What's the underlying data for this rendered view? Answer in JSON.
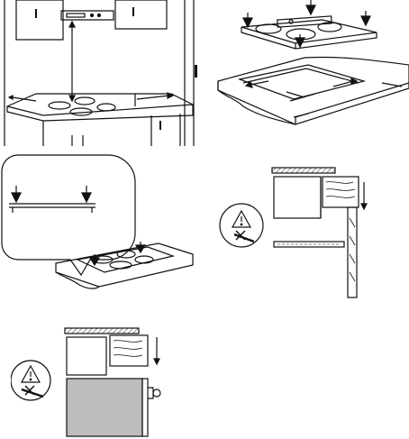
{
  "illustration": {
    "panels": [
      {
        "id": "cooktop-clearance-overview",
        "shows": [
          "upper-cabinets",
          "range-hood",
          "countertop",
          "cooktop",
          "base-cabinets"
        ]
      },
      {
        "id": "cooktop-drop-in",
        "shows": [
          "press-down-arrows",
          "countertop-cutout",
          "seal-strip"
        ]
      },
      {
        "id": "seal-detail-magnified",
        "shows": [
          "press-down-arrows",
          "edge-seal"
        ]
      },
      {
        "id": "cabinet-drawer-section",
        "shows": [
          "warning-triangle",
          "no-screwdriver-symbol",
          "wood-section"
        ]
      },
      {
        "id": "cabinet-oven-section",
        "shows": [
          "warning-triangle",
          "no-screwdriver-symbol",
          "built-in-oven"
        ]
      }
    ],
    "symbols": {
      "warning": "warning-triangle-icon",
      "prohibited_tool": "screwdriver-prohibited-icon"
    },
    "colors": {
      "line": "#111111",
      "oven_fill": "#bdbdbd",
      "wood_hatch": "#333333",
      "background": "#ffffff"
    }
  }
}
